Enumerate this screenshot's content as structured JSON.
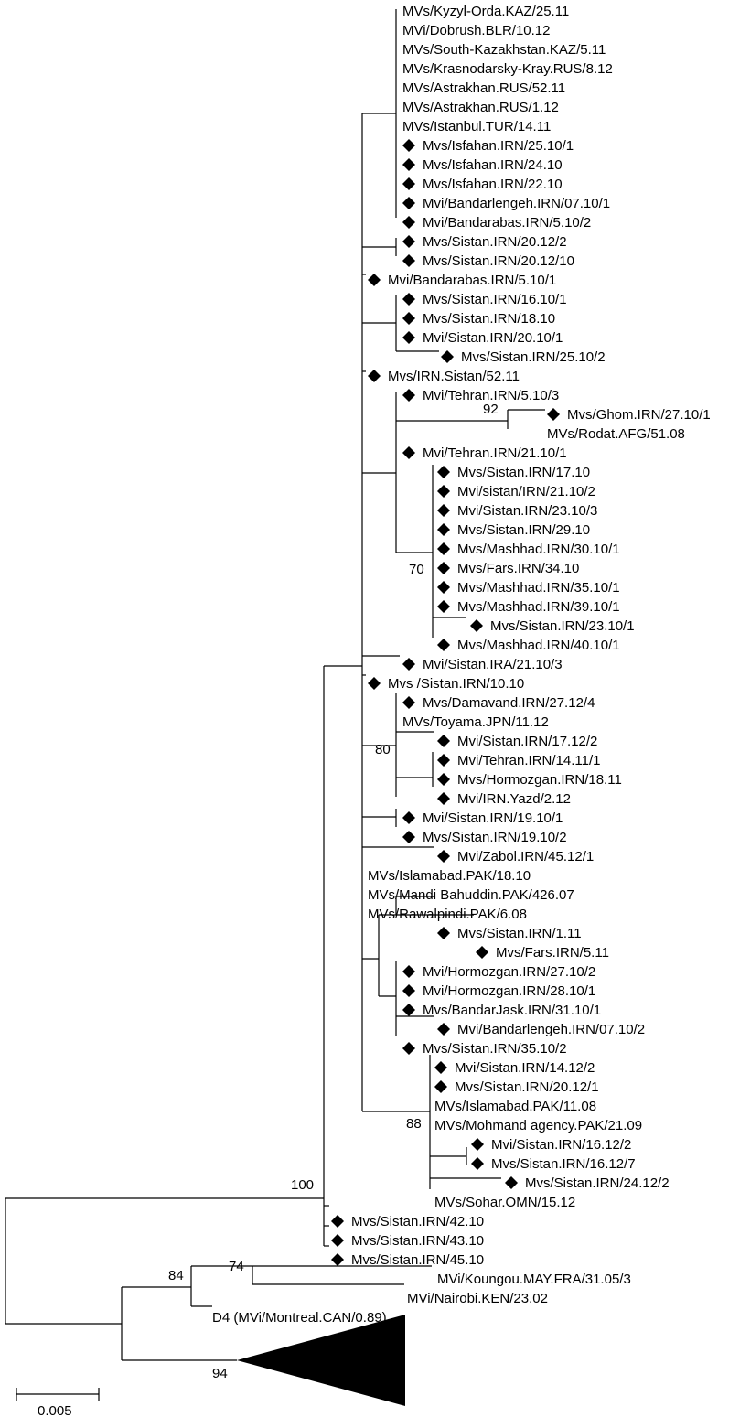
{
  "tree": {
    "taxa": [
      {
        "label": "MVs/Kyzyl-Orda.KAZ/25.11",
        "marked": false
      },
      {
        "label": "MVi/Dobrush.BLR/10.12",
        "marked": false
      },
      {
        "label": "MVs/South-Kazakhstan.KAZ/5.11",
        "marked": false
      },
      {
        "label": "MVs/Krasnodarsky-Kray.RUS/8.12",
        "marked": false
      },
      {
        "label": "MVs/Astrakhan.RUS/52.11",
        "marked": false
      },
      {
        "label": "MVs/Astrakhan.RUS/1.12",
        "marked": false
      },
      {
        "label": "MVs/Istanbul.TUR/14.11",
        "marked": false
      },
      {
        "label": "Mvs/Isfahan.IRN/25.10/1",
        "marked": true
      },
      {
        "label": "Mvs/Isfahan.IRN/24.10",
        "marked": true
      },
      {
        "label": "Mvs/Isfahan.IRN/22.10",
        "marked": true
      },
      {
        "label": "Mvi/Bandarlengeh.IRN/07.10/1",
        "marked": true
      },
      {
        "label": "Mvi/Bandarabas.IRN/5.10/2",
        "marked": true
      },
      {
        "label": "Mvs/Sistan.IRN/20.12/2",
        "marked": true
      },
      {
        "label": "Mvs/Sistan.IRN/20.12/10",
        "marked": true
      },
      {
        "label": "Mvi/Bandarabas.IRN/5.10/1",
        "marked": true
      },
      {
        "label": "Mvs/Sistan.IRN/16.10/1",
        "marked": true
      },
      {
        "label": "Mvs/Sistan.IRN/18.10",
        "marked": true
      },
      {
        "label": "Mvi/Sistan.IRN/20.10/1",
        "marked": true
      },
      {
        "label": "Mvs/Sistan.IRN/25.10/2",
        "marked": true
      },
      {
        "label": "Mvs/IRN.Sistan/52.11",
        "marked": true
      },
      {
        "label": "Mvi/Tehran.IRN/5.10/3",
        "marked": true
      },
      {
        "label": "Mvs/Ghom.IRN/27.10/1",
        "marked": true
      },
      {
        "label": "MVs/Rodat.AFG/51.08",
        "marked": false
      },
      {
        "label": "Mvi/Tehran.IRN/21.10/1",
        "marked": true
      },
      {
        "label": "Mvs/Sistan.IRN/17.10",
        "marked": true
      },
      {
        "label": "Mvi/sistan/IRN/21.10/2",
        "marked": true
      },
      {
        "label": "Mvi/Sistan.IRN/23.10/3",
        "marked": true
      },
      {
        "label": "Mvs/Sistan.IRN/29.10",
        "marked": true
      },
      {
        "label": "Mvs/Mashhad.IRN/30.10/1",
        "marked": true
      },
      {
        "label": "Mvs/Fars.IRN/34.10",
        "marked": true
      },
      {
        "label": "Mvs/Mashhad.IRN/35.10/1",
        "marked": true
      },
      {
        "label": "Mvs/Mashhad.IRN/39.10/1",
        "marked": true
      },
      {
        "label": "Mvs/Sistan.IRN/23.10/1",
        "marked": true
      },
      {
        "label": "Mvs/Mashhad.IRN/40.10/1",
        "marked": true
      },
      {
        "label": "Mvi/Sistan.IRA/21.10/3",
        "marked": true
      },
      {
        "label": "Mvs /Sistan.IRN/10.10",
        "marked": true
      },
      {
        "label": "Mvs/Damavand.IRN/27.12/4",
        "marked": true
      },
      {
        "label": "MVs/Toyama.JPN/11.12",
        "marked": false
      },
      {
        "label": "Mvi/Sistan.IRN/17.12/2",
        "marked": true
      },
      {
        "label": "Mvi/Tehran.IRN/14.11/1",
        "marked": true
      },
      {
        "label": "Mvs/Hormozgan.IRN/18.11",
        "marked": true
      },
      {
        "label": "Mvi/IRN.Yazd/2.12",
        "marked": true
      },
      {
        "label": "Mvi/Sistan.IRN/19.10/1",
        "marked": true
      },
      {
        "label": "Mvs/Sistan.IRN/19.10/2",
        "marked": true
      },
      {
        "label": "Mvi/Zabol.IRN/45.12/1",
        "marked": true
      },
      {
        "label": "MVs/Islamabad.PAK/18.10",
        "marked": false
      },
      {
        "label": "MVs/Mandi Bahuddin.PAK/426.07",
        "marked": false
      },
      {
        "label": "MVs/Rawalpindi.PAK/6.08",
        "marked": false
      },
      {
        "label": "Mvs/Sistan.IRN/1.11",
        "marked": true
      },
      {
        "label": "Mvs/Fars.IRN/5.11",
        "marked": true
      },
      {
        "label": "Mvi/Hormozgan.IRN/27.10/2",
        "marked": true
      },
      {
        "label": "Mvi/Hormozgan.IRN/28.10/1",
        "marked": true
      },
      {
        "label": "Mvs/BandarJask.IRN/31.10/1",
        "marked": true
      },
      {
        "label": "Mvi/Bandarlengeh.IRN/07.10/2",
        "marked": true
      },
      {
        "label": "Mvs/Sistan.IRN/35.10/2",
        "marked": true
      },
      {
        "label": "Mvi/Sistan.IRN/14.12/2",
        "marked": true
      },
      {
        "label": "Mvs/Sistan.IRN/20.12/1",
        "marked": true
      },
      {
        "label": "MVs/Islamabad.PAK/11.08",
        "marked": false
      },
      {
        "label": "MVs/Mohmand agency.PAK/21.09",
        "marked": false
      },
      {
        "label": "Mvi/Sistan.IRN/16.12/2",
        "marked": true
      },
      {
        "label": "Mvs/Sistan.IRN/16.12/7",
        "marked": true
      },
      {
        "label": "Mvs/Sistan.IRN/24.12/2",
        "marked": true
      },
      {
        "label": "MVs/Sohar.OMN/15.12",
        "marked": false
      },
      {
        "label": "Mvs/Sistan.IRN/42.10",
        "marked": true
      },
      {
        "label": "Mvs/Sistan.IRN/43.10",
        "marked": true
      },
      {
        "label": "Mvs/Sistan.IRN/45.10",
        "marked": true
      },
      {
        "label": "MVi/Koungou.MAY.FRA/31.05/3",
        "marked": false
      },
      {
        "label": "MVi/Nairobi.KEN/23.02",
        "marked": false
      },
      {
        "label": "D4 (MVi/Montreal.CAN/0.89)",
        "marked": false
      }
    ],
    "bootstrap": [
      "92",
      "70",
      "80",
      "88",
      "100",
      "74",
      "84",
      "94"
    ],
    "scale_label": "0.005",
    "marker_color": "#000000",
    "marker_icon": "diamond"
  }
}
